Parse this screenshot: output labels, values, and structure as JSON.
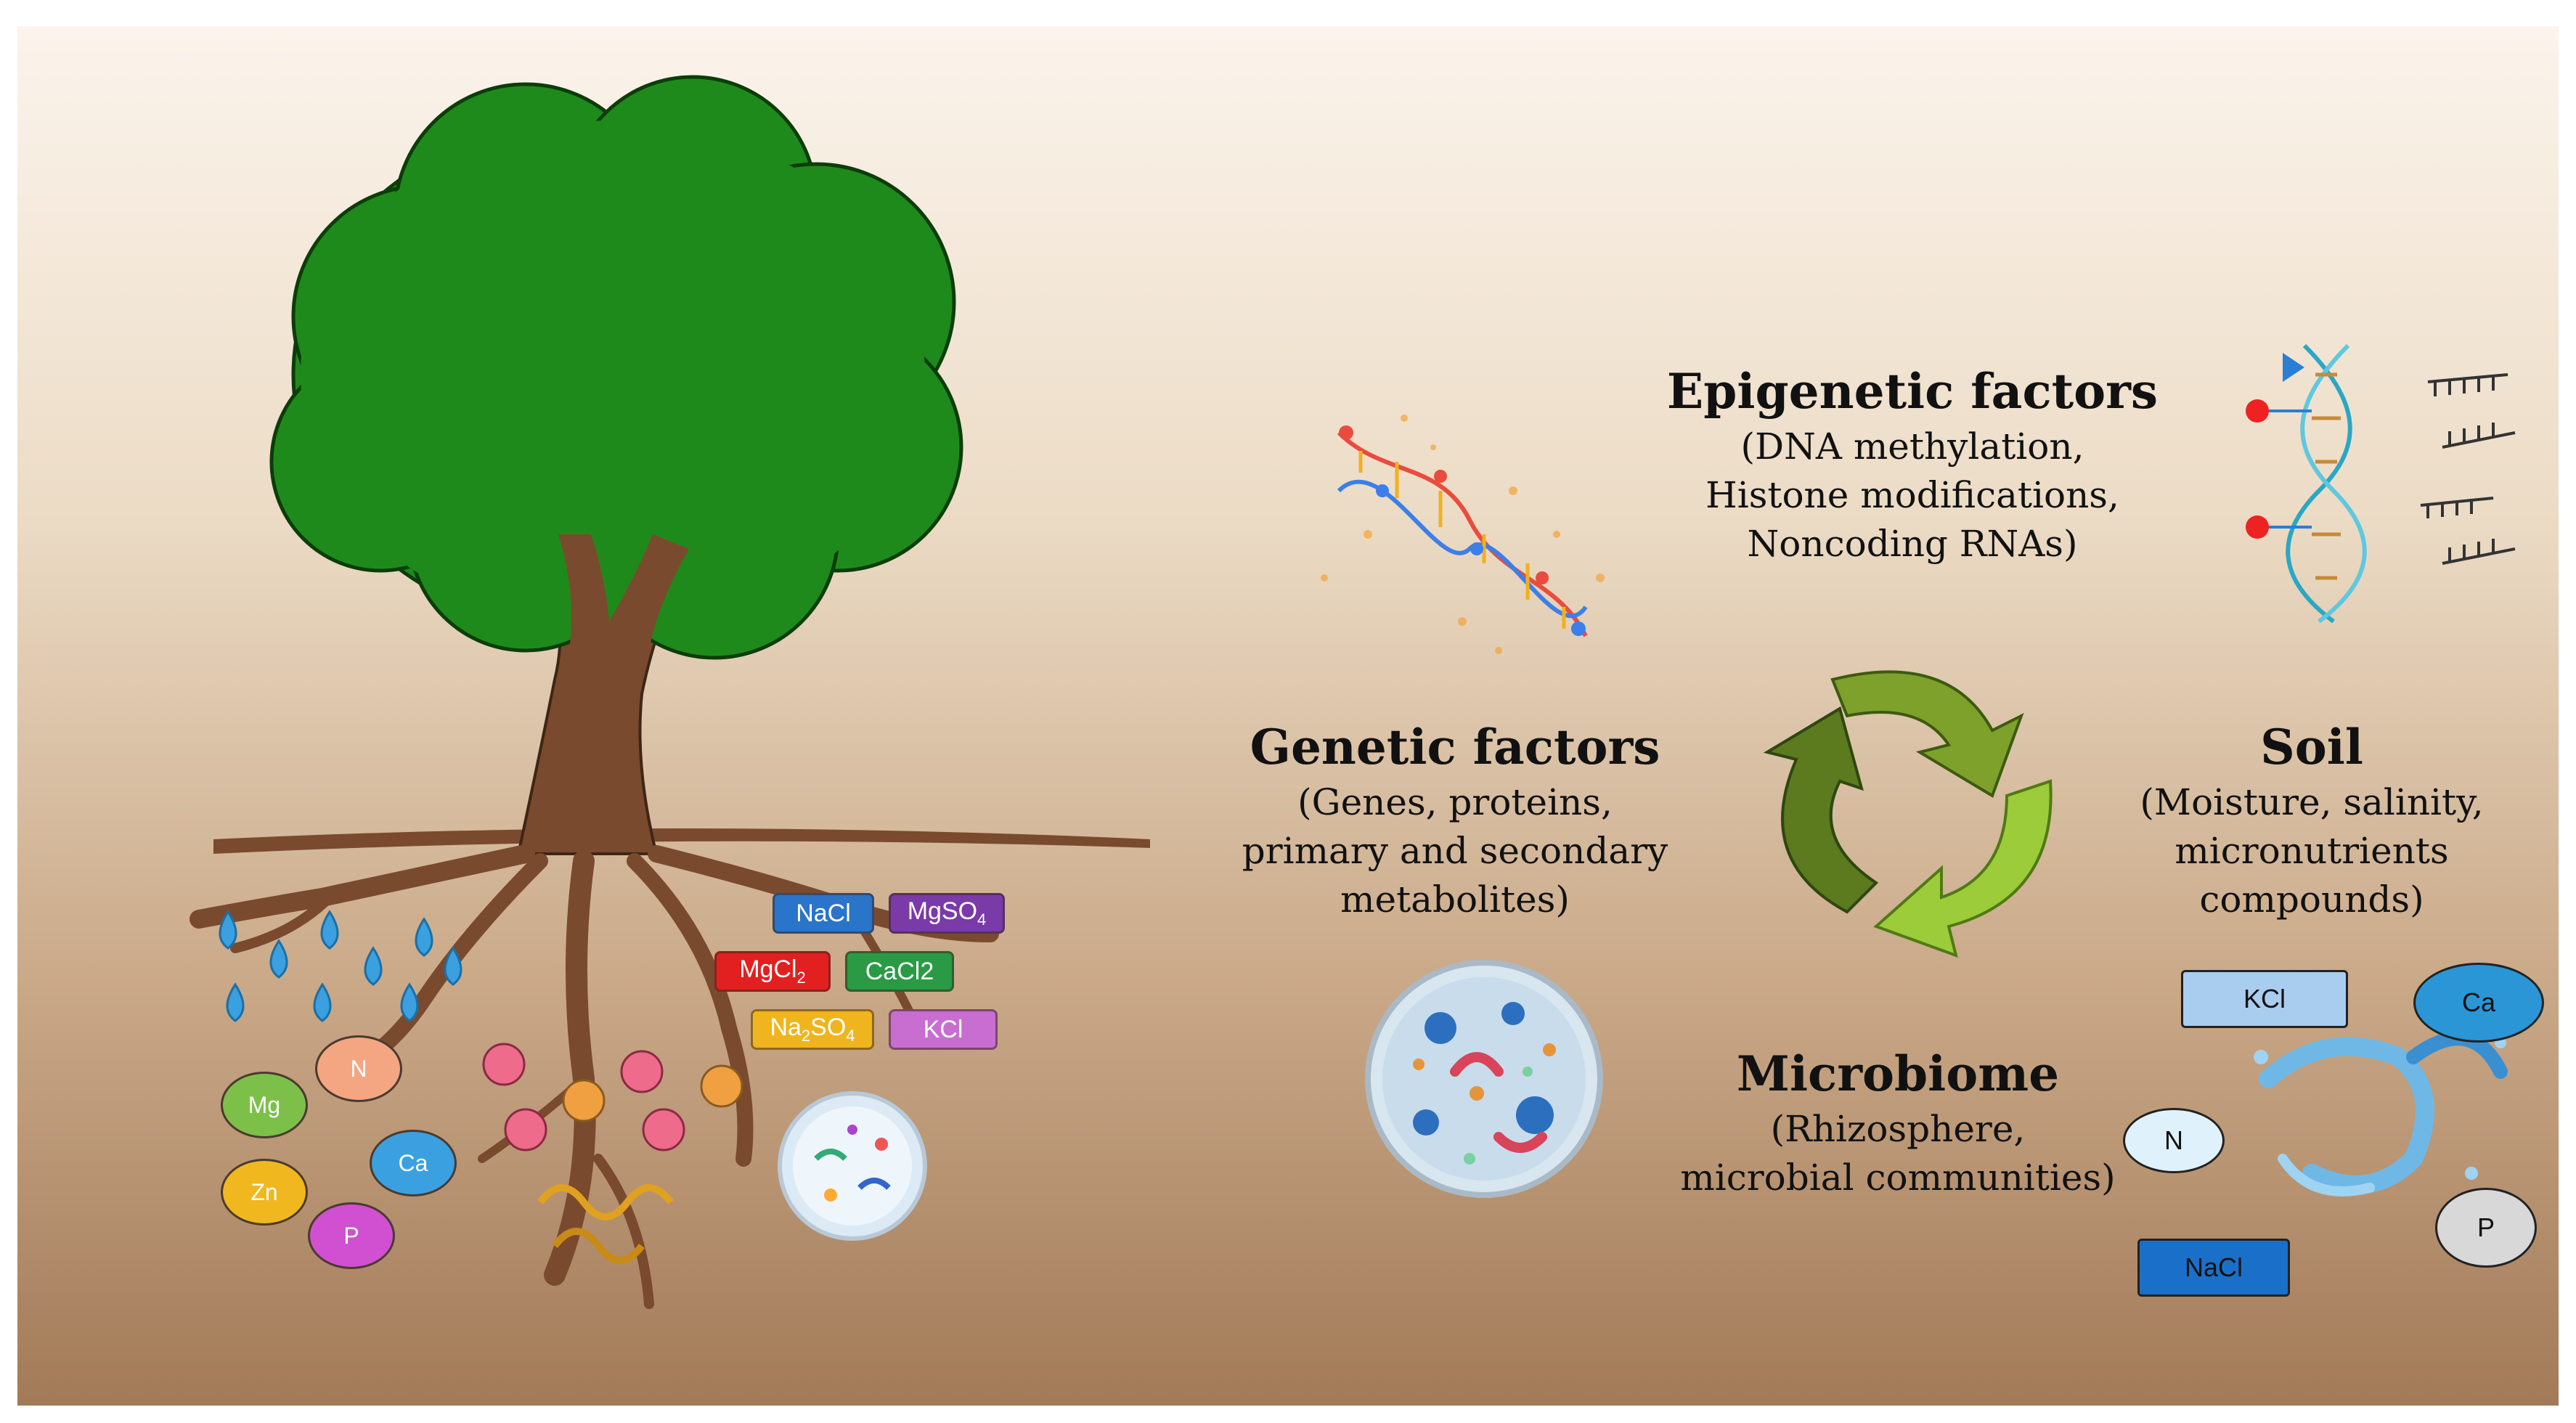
{
  "labels": {
    "epigenetic": {
      "title": "Epigenetic factors",
      "lines": [
        "(DNA methylation,",
        "Histone modifications,",
        "Noncoding RNAs)"
      ]
    },
    "genetic": {
      "title": "Genetic factors",
      "lines": [
        "(Genes, proteins,",
        "primary and secondary",
        "metabolites)"
      ]
    },
    "soil": {
      "title": "Soil",
      "lines": [
        "(Moisture, salinity,",
        "micronutrients",
        "compounds)"
      ]
    },
    "microbiome": {
      "title": "Microbiome",
      "lines": [
        "(Rhizosphere,",
        "microbial communities)"
      ]
    }
  },
  "root_salts": [
    "NaCl",
    "MgSO4",
    "MgCl2",
    "CaCl2",
    "Na2SO4",
    "KCl"
  ],
  "root_nutrients": [
    "Mg",
    "N",
    "Ca",
    "Zn",
    "P"
  ],
  "soil_chips": [
    "KCl",
    "Ca",
    "N",
    "P",
    "NaCl"
  ],
  "colors": {
    "canopy": "#1f8a1c",
    "trunk": "#7a4a2e",
    "cycle_arrow_dark": "#5c7a1e",
    "cycle_arrow_light": "#9ccc3a",
    "water_drop": "#3aa0e0"
  }
}
